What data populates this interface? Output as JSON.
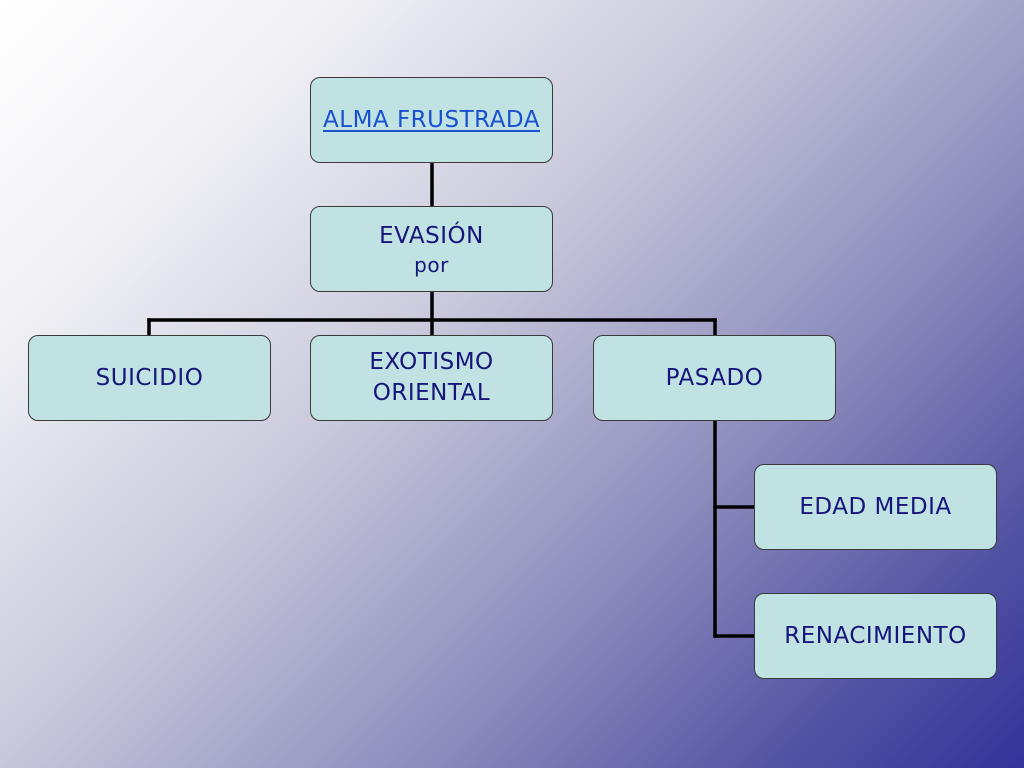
{
  "diagram": {
    "root": {
      "label": "ALMA FRUSTRADA"
    },
    "evasion": {
      "label": "EVASIÓN",
      "sublabel": "por"
    },
    "branches": {
      "suicidio": {
        "label": "SUICIDIO"
      },
      "exotismo": {
        "label_line1": "EXOTISMO",
        "label_line2": "ORIENTAL"
      },
      "pasado": {
        "label": "PASADO"
      }
    },
    "pasado_children": {
      "edad_media": {
        "label": "EDAD MEDIA"
      },
      "renacimiento": {
        "label": "RENACIMIENTO"
      }
    },
    "colors": {
      "node_fill": "#c0e2e2",
      "node_text": "#15157a",
      "link_text": "#1a4fd0",
      "connector": "#000000"
    }
  }
}
